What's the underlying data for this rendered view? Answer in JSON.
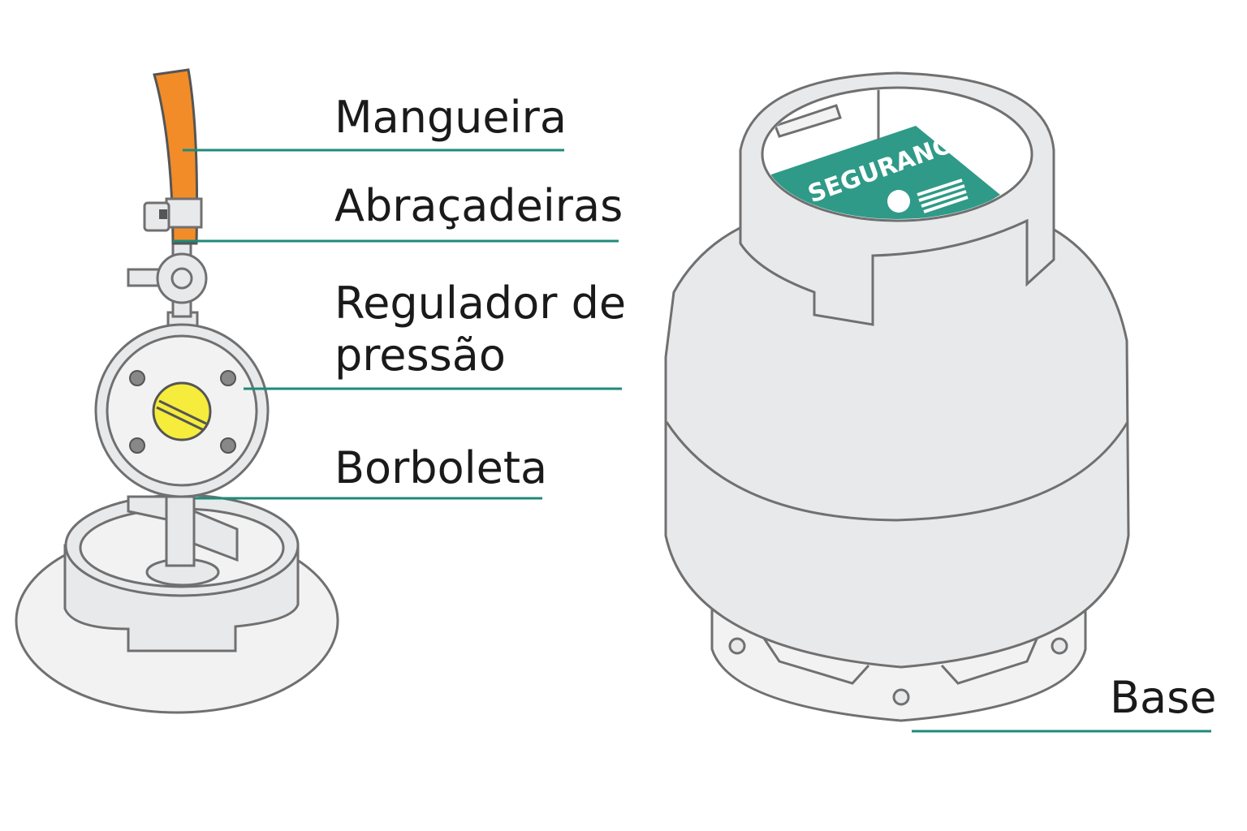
{
  "labels": {
    "hose": "Mangueira",
    "clamps": "Abraçadeiras",
    "regulator_line1": "Regulador de",
    "regulator_line2": "pressão",
    "butterfly": "Borboleta",
    "base": "Base"
  },
  "cylinder_tag": "SEGURANCA",
  "colors": {
    "accent": "#1f8a7a",
    "hose": "#f28c28",
    "knob": "#f5ec3c",
    "tag": "#2f9a88",
    "body": "#e8e9eb",
    "outline": "#707070"
  }
}
